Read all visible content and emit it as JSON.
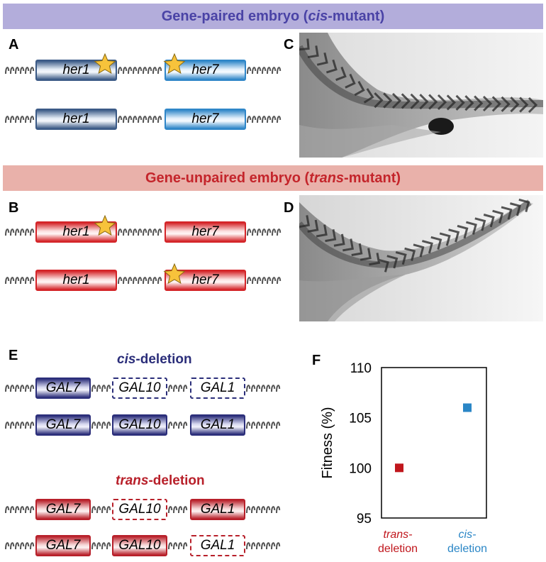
{
  "banner_top": {
    "prefix": "Gene-paired embryo (",
    "emph": "cis",
    "suffix": "-mutant)",
    "color": "#b3addb"
  },
  "banner_mid": {
    "prefix": "Gene-unpaired embryo (",
    "emph": "trans",
    "suffix": "-mutant)",
    "color": "#e9b1aa"
  },
  "panels": {
    "a": "A",
    "b": "B",
    "c": "C",
    "d": "D",
    "e": "E",
    "f": "F"
  },
  "genes": {
    "her1": "her1",
    "her7": "her7",
    "gal7": "GAL7",
    "gal10": "GAL10",
    "gal1": "GAL1"
  },
  "labels": {
    "cis_deletion": {
      "emph": "cis",
      "rest": "-deletion"
    },
    "trans_deletion": {
      "emph": "trans",
      "rest": "-deletion"
    }
  },
  "colors": {
    "blue_dark": "#3b5a86",
    "blue_light": "#2f86c8",
    "red": "#d42428",
    "navy": "#2b2e7a",
    "crimson": "#b8202a",
    "star": "#f7c33b"
  },
  "chart_data": {
    "type": "scatter",
    "title": "",
    "ylabel": "Fitness (%)",
    "xlabel": "",
    "ylim": [
      95,
      110
    ],
    "yticks": [
      95,
      100,
      105,
      110
    ],
    "categories": [
      "trans-deletion",
      "cis-deletion"
    ],
    "category_labels": [
      [
        "trans-",
        "deletion"
      ],
      [
        "cis-",
        "deletion"
      ]
    ],
    "series": [
      {
        "values": [
          100,
          106
        ],
        "colors": [
          "#c0161c",
          "#2a86c6"
        ]
      }
    ]
  }
}
